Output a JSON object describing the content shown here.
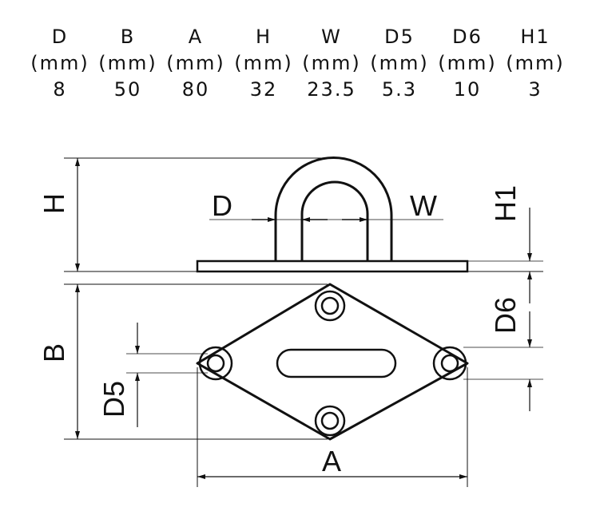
{
  "spec_table": {
    "columns": [
      {
        "name": "D",
        "unit": "(mm)",
        "value": "8"
      },
      {
        "name": "B",
        "unit": "(mm)",
        "value": "50"
      },
      {
        "name": "A",
        "unit": "(mm)",
        "value": "80"
      },
      {
        "name": "H",
        "unit": "(mm)",
        "value": "32"
      },
      {
        "name": "W",
        "unit": "(mm)",
        "value": "23.5"
      },
      {
        "name": "D5",
        "unit": "(mm)",
        "value": "5.3"
      },
      {
        "name": "D6",
        "unit": "(mm)",
        "value": "10"
      },
      {
        "name": "H1",
        "unit": "(mm)",
        "value": "3"
      }
    ]
  },
  "drawing": {
    "labels": {
      "H": "H",
      "D": "D",
      "W": "W",
      "H1": "H1",
      "B": "B",
      "D5": "D5",
      "D6": "D6",
      "A": "A"
    }
  }
}
